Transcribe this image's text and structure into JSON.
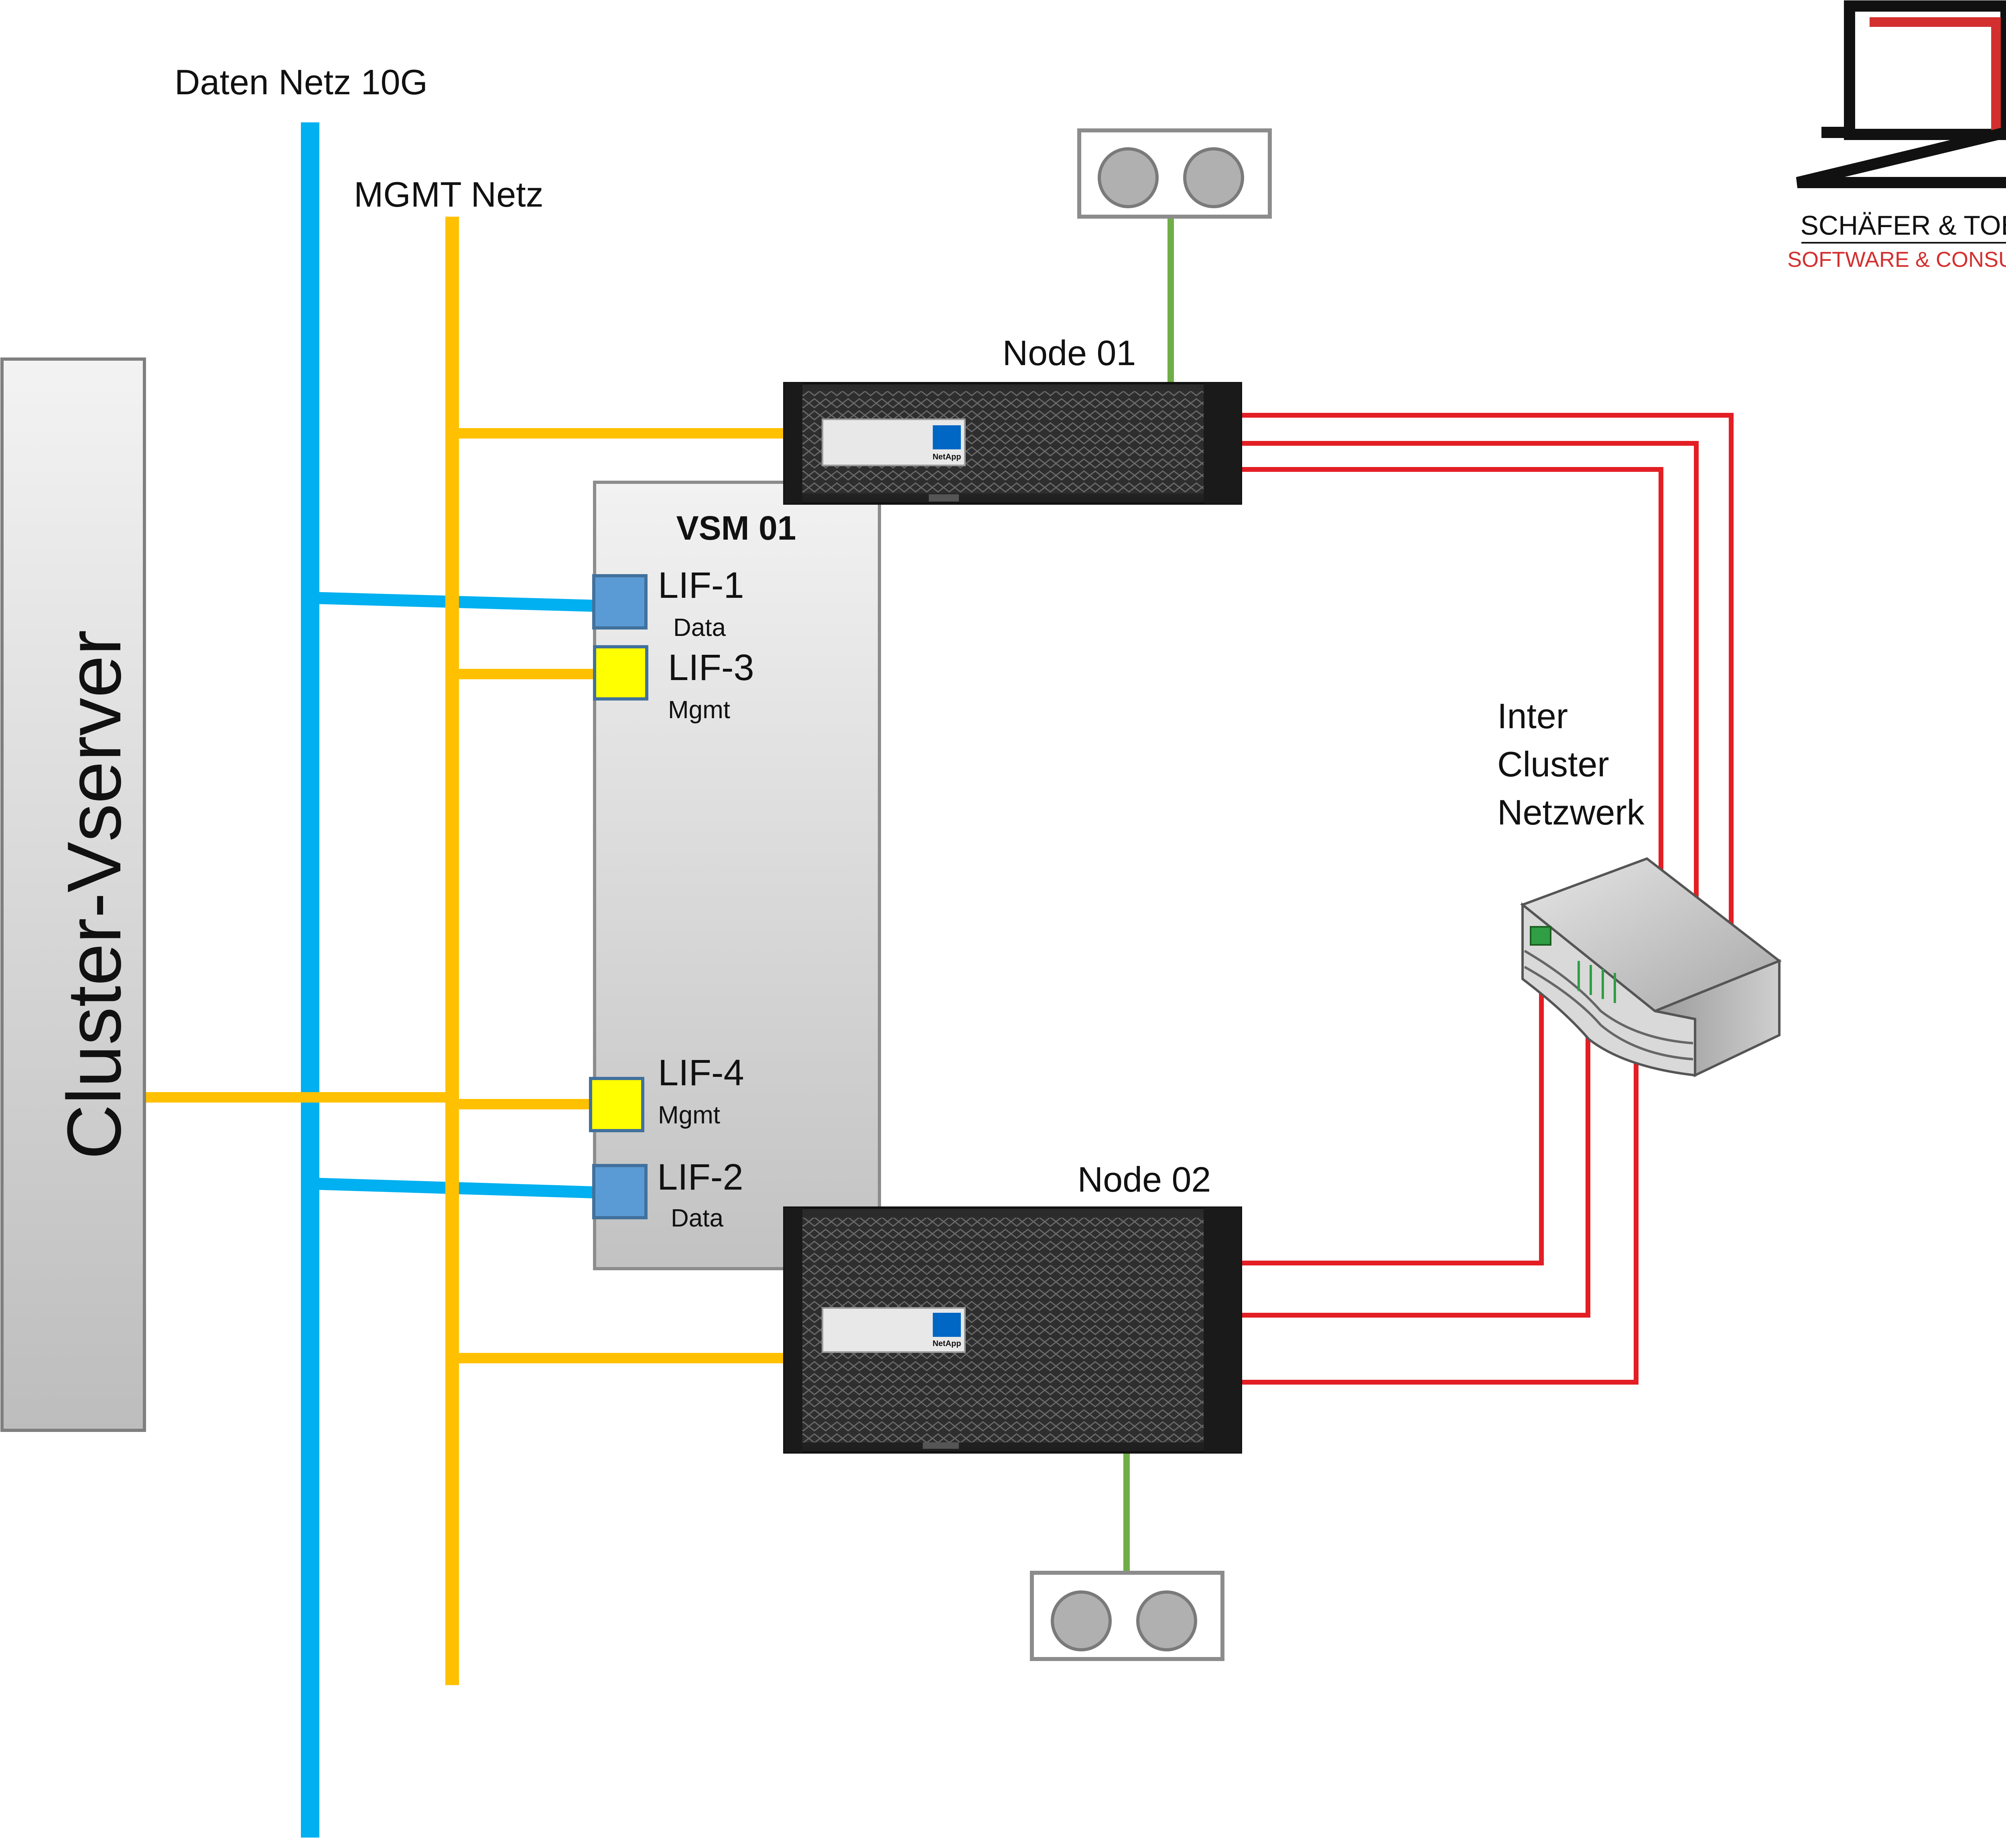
{
  "networks": {
    "data_net_label": "Daten Netz 10G",
    "mgmt_net_label": "MGMT Netz"
  },
  "vserver": {
    "label": "Cluster-Vserver"
  },
  "vsm": {
    "title": "VSM 01"
  },
  "lifs": [
    {
      "name": "LIF-1",
      "role": "Data"
    },
    {
      "name": "LIF-3",
      "role": "Mgmt"
    },
    {
      "name": "LIF-4",
      "role": "Mgmt"
    },
    {
      "name": "LIF-2",
      "role": "Data"
    }
  ],
  "nodes": {
    "node1": {
      "label": "Node 01",
      "brand": "NetApp"
    },
    "node2": {
      "label": "Node 02",
      "brand": "NetApp"
    }
  },
  "intercluster": {
    "line1": "Inter",
    "line2": "Cluster",
    "line3": "Netzwerk"
  },
  "logo": {
    "line1": "SCHÄFER & TOBIES",
    "line2": "SOFTWARE & CONSULTING"
  },
  "colors": {
    "data_net": "#00b0f0",
    "mgmt_net": "#ffc000",
    "intercluster": "#e31e24",
    "shelf_link": "#70ad47",
    "lif_data": "#5b9bd5",
    "lif_mgmt": "#ffff00",
    "logo_red": "#d32f2f"
  }
}
